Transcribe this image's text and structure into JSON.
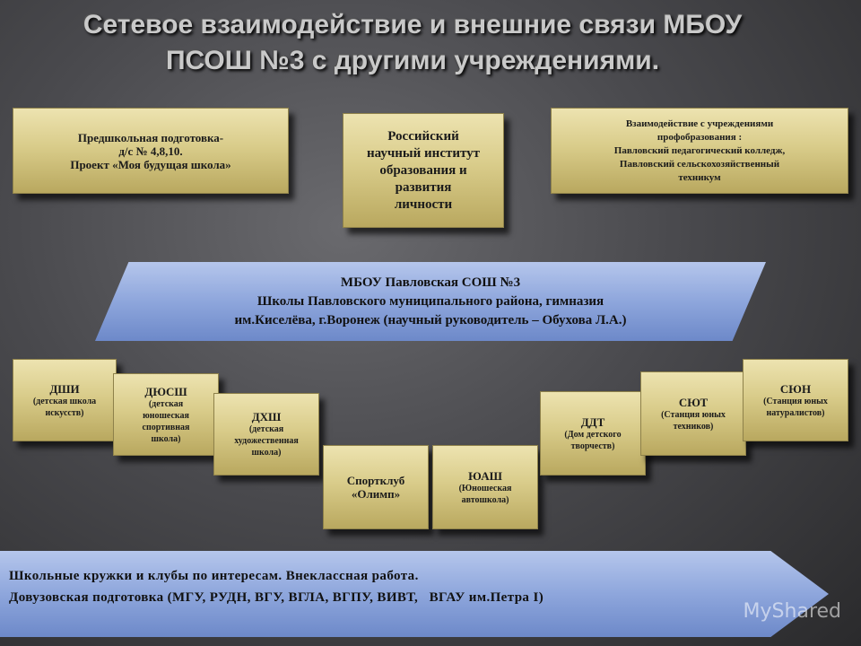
{
  "title": {
    "line1": "Сетевое взаимодействие и внешние связи МБОУ",
    "line2": "ПСОШ №3 с другими учреждениями."
  },
  "top_boxes": {
    "preschool": [
      "Предшкольная подготовка-",
      "д/с № 4,8,10.",
      "Проект «Моя будущая школа»"
    ],
    "institute": [
      "Российский",
      "научный институт",
      "образования и",
      "развития",
      "личности"
    ],
    "prof": [
      "Взаимодействие с учреждениями",
      "профобразования :",
      "Павловский педагогический колледж,",
      "Павловский сельскохозяйственный",
      "техникум"
    ]
  },
  "center_banner": {
    "line1": "МБОУ Павловская СОШ №3",
    "line2": "Школы Павловского муниципального района, гимназия",
    "line3": "им.Киселёва, г.Воронеж (научный руководитель – Обухова Л.А.)"
  },
  "org_boxes": [
    {
      "abbr": "ДШИ",
      "desc": [
        "(детская школа",
        "искусств)"
      ]
    },
    {
      "abbr": "ДЮСШ",
      "desc": [
        "(детская",
        "юношеская",
        "спортивная",
        "школа)"
      ]
    },
    {
      "abbr": "ДХШ",
      "desc": [
        "(детская",
        "художественная",
        "школа)"
      ]
    },
    {
      "abbr": "Спортклуб",
      "desc": [
        "«Олимп»"
      ]
    },
    {
      "abbr": "ЮАШ",
      "desc": [
        "(Юношеская",
        "автошкола)"
      ]
    },
    {
      "abbr": "ДДТ",
      "desc": [
        "(Дом детского",
        "творчеств)"
      ]
    },
    {
      "abbr": "СЮТ",
      "desc": [
        "(Станция юных",
        "техников)"
      ]
    },
    {
      "abbr": "СЮН",
      "desc": [
        "(Станция юных",
        "натуралистов)"
      ]
    }
  ],
  "bottom_arrow": {
    "line1": "Школьные кружки и клубы по интересам. Внеклассная работа.",
    "line2": "Довузовская подготовка (МГУ, РУДН, ВГУ, ВГЛА, ВГПУ, ВИВТ,   ВГАУ им.Петра I)"
  },
  "watermark": "MyShared",
  "colors": {
    "gold": "#d9cc8a",
    "blue": "#8ea6dc",
    "background": "#4a4a4e"
  }
}
